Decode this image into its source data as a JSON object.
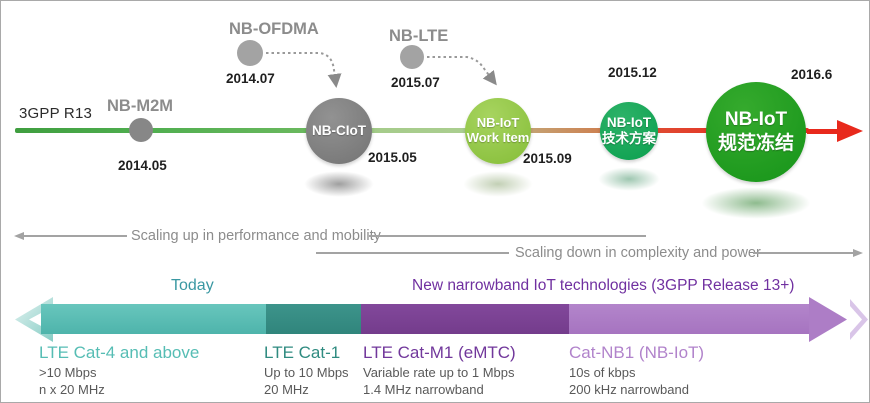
{
  "timeline": {
    "era_label": "3GPP R13",
    "m2m": {
      "label": "NB-M2M",
      "date": "2014.05"
    },
    "ofdma": {
      "label": "NB-OFDMA",
      "date": "2014.07"
    },
    "ciot": {
      "label": "NB-CIoT",
      "date": "2015.05"
    },
    "lte": {
      "label": "NB-LTE",
      "date": "2015.07"
    },
    "work_item": {
      "line1": "NB-IoT",
      "line2": "Work Item",
      "date": "2015.09"
    },
    "tech_plan": {
      "line1": "NB-IoT",
      "line2": "技术方案",
      "date": "2015.12"
    },
    "spec_freeze": {
      "line1": "NB-IoT",
      "line2": "规范冻结",
      "date": "2016.6"
    }
  },
  "scaling": {
    "up": "Scaling up in performance and mobility",
    "down": "Scaling down in complexity and power"
  },
  "band": {
    "today": "Today",
    "new_tech": "New narrowband IoT technologies (3GPP Release 13+)"
  },
  "categories": [
    {
      "name": "LTE Cat-4 and above",
      "detail1": ">10 Mbps",
      "detail2": "n x 20 MHz"
    },
    {
      "name": "LTE Cat-1",
      "detail1": "Up to 10 Mbps",
      "detail2": "20 MHz"
    },
    {
      "name": "LTE Cat-M1 (eMTC)",
      "detail1": "Variable rate up to 1 Mbps",
      "detail2": "1.4 MHz narrowband"
    },
    {
      "name": "Cat-NB1 (NB-IoT)",
      "detail1": "10s of kbps",
      "detail2": "200 kHz narrowband"
    }
  ],
  "colors": {
    "teal_light": "#56bdb4",
    "teal_dark": "#338b82",
    "purple_dark": "#7b4191",
    "purple_light": "#ad7dc6",
    "today_text": "#3a98a2",
    "new_tech_text": "#7030a0",
    "timeline_green": "#3f9e3f",
    "timeline_red": "#e8291c",
    "milestone_gray": "#8c8c8c"
  }
}
